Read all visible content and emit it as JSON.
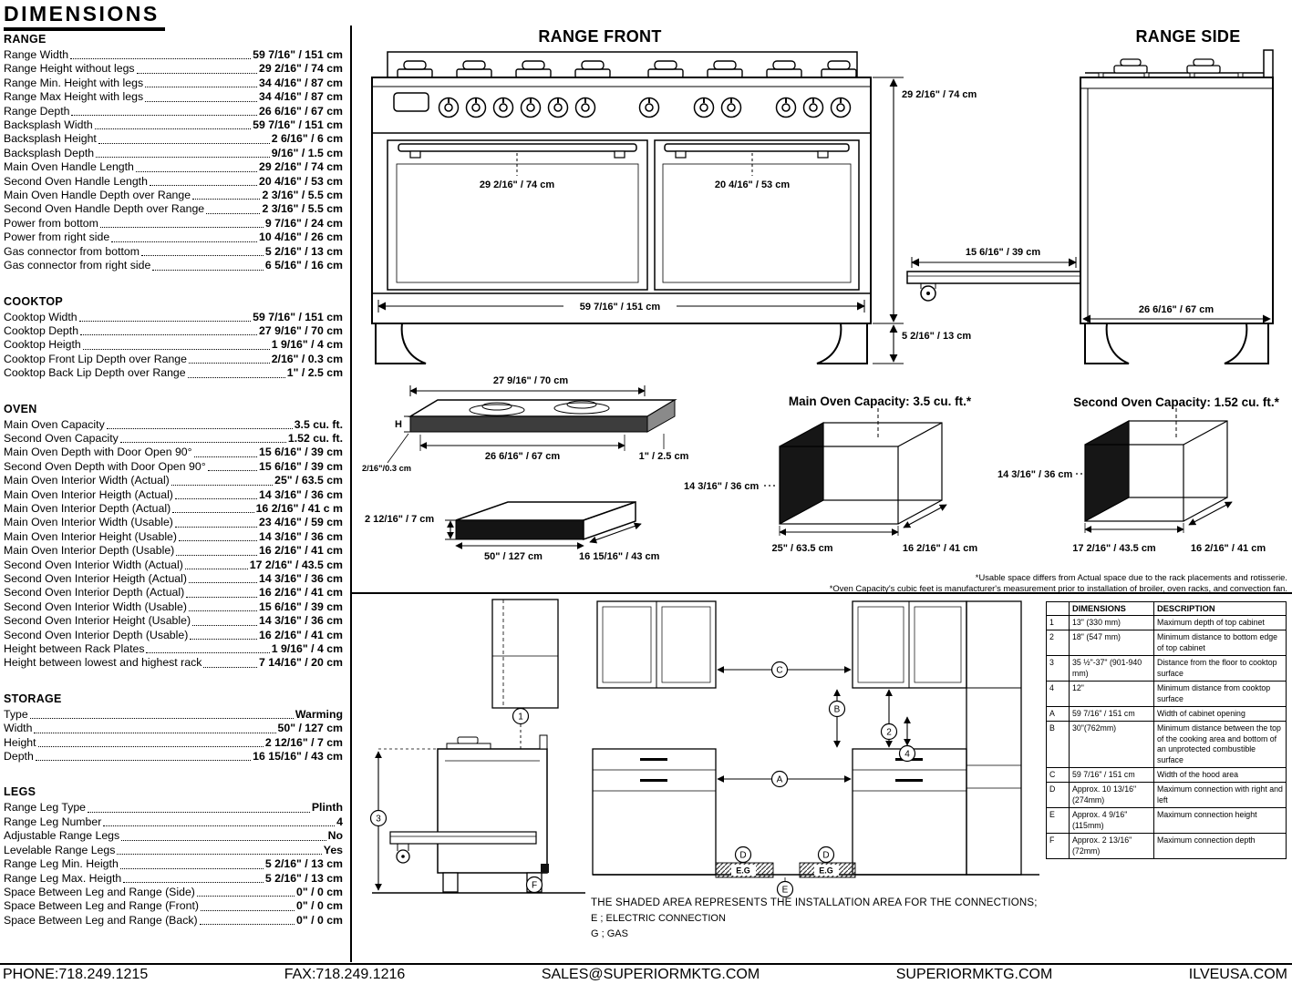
{
  "page": {
    "title": "DIMENSIONS",
    "footnote1": "*Usable space differs from Actual space due to the rack placements and rotisserie.",
    "footnote2": "*Oven Capacity's cubic feet is manufacturer's measurement prior to installation of broiler, oven racks, and convection fan."
  },
  "specs": {
    "sections": [
      {
        "heading": "RANGE",
        "rows": [
          {
            "label": "Range Width",
            "value": "59 7/16\" / 151 cm"
          },
          {
            "label": "Range Height without legs",
            "value": "29 2/16\" / 74 cm"
          },
          {
            "label": "Range Min. Height with legs",
            "value": "34 4/16\" / 87 cm"
          },
          {
            "label": "Range Max Height with legs",
            "value": "34 4/16\" / 87 cm"
          },
          {
            "label": "Range Depth",
            "value": "26 6/16\" / 67 cm"
          },
          {
            "label": "Backsplash Width",
            "value": "59 7/16\" / 151 cm"
          },
          {
            "label": "Backsplash Height",
            "value": "2 6/16\" / 6 cm"
          },
          {
            "label": "Backsplash Depth",
            "value": "9/16\" / 1.5 cm"
          },
          {
            "label": "Main Oven Handle Length",
            "value": "29 2/16\" / 74 cm"
          },
          {
            "label": "Second Oven Handle Length",
            "value": "20 4/16\" / 53 cm"
          },
          {
            "label": "Main Oven Handle Depth over Range",
            "value": "2 3/16\" / 5.5 cm"
          },
          {
            "label": "Second Oven Handle Depth over Range",
            "value": "2 3/16\" / 5.5 cm"
          },
          {
            "label": "Power from bottom",
            "value": "9 7/16\" / 24 cm"
          },
          {
            "label": "Power from right side",
            "value": "10 4/16\" / 26 cm"
          },
          {
            "label": "Gas connector from bottom",
            "value": "5 2/16\" / 13 cm"
          },
          {
            "label": "Gas connector from right side",
            "value": "6 5/16\" / 16 cm"
          }
        ]
      },
      {
        "heading": "COOKTOP",
        "rows": [
          {
            "label": "Cooktop Width",
            "value": "59 7/16\" / 151 cm"
          },
          {
            "label": "Cooktop Depth",
            "value": "27 9/16\" / 70 cm"
          },
          {
            "label": "Cooktop Heigth",
            "value": "1 9/16\" / 4 cm"
          },
          {
            "label": "Cooktop Front Lip Depth over Range",
            "value": "2/16\" / 0.3 cm"
          },
          {
            "label": "Cooktop Back Lip Depth over Range",
            "value": "1\" / 2.5 cm"
          }
        ]
      },
      {
        "heading": "OVEN",
        "rows": [
          {
            "label": "Main Oven Capacity",
            "value": "3.5 cu. ft."
          },
          {
            "label": "Second Oven Capacity",
            "value": "1.52 cu. ft."
          },
          {
            "label": "Main Oven Depth with Door Open 90°",
            "value": "15 6/16\" / 39 cm"
          },
          {
            "label": "Second Oven Depth with Door Open 90°",
            "value": "15 6/16\" / 39 cm"
          },
          {
            "label": "Main Oven Interior Width (Actual)",
            "value": "25\" / 63.5 cm"
          },
          {
            "label": "Main Oven Interior Heigth (Actual)",
            "value": "14 3/16\" / 36 cm"
          },
          {
            "label": "Main Oven Interior Depth (Actual)",
            "value": "16 2/16\" / 41 c m"
          },
          {
            "label": "Main Oven Interior Width (Usable)",
            "value": "23 4/16\" / 59 cm"
          },
          {
            "label": "Main Oven Interior Height (Usable)",
            "value": "14 3/16\" / 36 cm"
          },
          {
            "label": "Main Oven Interior Depth (Usable)",
            "value": "16 2/16\" / 41 cm"
          },
          {
            "label": "Second Oven Interior Width (Actual)",
            "value": "17 2/16\" / 43.5 cm"
          },
          {
            "label": "Second Oven Interior Heigth (Actual)",
            "value": "14 3/16\" / 36 cm"
          },
          {
            "label": "Second Oven Interior Depth (Actual)",
            "value": "16 2/16\" / 41 cm"
          },
          {
            "label": "Second Oven Interior Width (Usable)",
            "value": "15 6/16\" / 39 cm"
          },
          {
            "label": "Second Oven Interior Height (Usable)",
            "value": "14 3/16\" / 36 cm"
          },
          {
            "label": "Second Oven Interior Depth (Usable)",
            "value": "16 2/16\" / 41 cm"
          },
          {
            "label": "Height between Rack Plates",
            "value": "1 9/16\" / 4 cm"
          },
          {
            "label": "Height between lowest and highest rack",
            "value": "7 14/16\" / 20 cm"
          }
        ]
      },
      {
        "heading": "STORAGE",
        "rows": [
          {
            "label": "Type",
            "value": "Warming"
          },
          {
            "label": "Width",
            "value": "50\" / 127 cm"
          },
          {
            "label": "Height",
            "value": "2 12/16\" / 7 cm"
          },
          {
            "label": "Depth",
            "value": "16 15/16\" / 43 cm"
          }
        ]
      },
      {
        "heading": "LEGS",
        "rows": [
          {
            "label": "Range Leg Type",
            "value": "Plinth"
          },
          {
            "label": "Range Leg Number",
            "value": "4"
          },
          {
            "label": "Adjustable Range Legs",
            "value": "No"
          },
          {
            "label": "Levelable Range Legs",
            "value": "Yes"
          },
          {
            "label": "Range Leg Min. Heigth",
            "value": "5 2/16\" / 13 cm"
          },
          {
            "label": "Range Leg Max. Heigth",
            "value": "5 2/16\" / 13 cm"
          },
          {
            "label": "Space Between Leg and Range (Side)",
            "value": "0\" / 0 cm"
          },
          {
            "label": "Space Between Leg and Range (Front)",
            "value": "0\" / 0 cm"
          },
          {
            "label": "Space Between Leg and Range (Back)",
            "value": "0\" / 0 cm"
          }
        ]
      }
    ]
  },
  "drawings": {
    "range_front": {
      "title": "RANGE FRONT",
      "height_label": "29 2/16\" / 74 cm",
      "main_handle_label": "29 2/16\" / 74 cm",
      "second_handle_label": "20 4/16\" / 53 cm",
      "width_label": "59 7/16\" / 151 cm",
      "leg_height_label": "5 2/16\" / 13 cm",
      "door_open_label": "15 6/16\" / 39 cm"
    },
    "range_side": {
      "title": "RANGE SIDE",
      "depth_label": "26 6/16\" / 67 cm"
    },
    "cooktop": {
      "width_label": "27 9/16\" / 70 cm",
      "inner_width_label": "26 6/16\" / 67 cm",
      "back_lip_label": "1\" / 2.5 cm",
      "front_lip_label": "2/16\"/0.3 cm",
      "height_marker": "H"
    },
    "storage": {
      "height_label": "2 12/16\" / 7 cm",
      "width_label": "50\" / 127 cm",
      "depth_label": "16 15/16\" / 43 cm"
    },
    "main_oven": {
      "title": "Main Oven Capacity: 3.5 cu. ft.*",
      "height_label": "14 3/16\" / 36 cm",
      "width_label": "25\" / 63.5 cm",
      "depth_label": "16 2/16\" / 41 cm"
    },
    "second_oven": {
      "title": "Second Oven Capacity: 1.52 cu. ft.*",
      "height_label": "14 3/16\" / 36 cm",
      "width_label": "17 2/16\" / 43.5 cm",
      "depth_label": "16 2/16\" / 41 cm"
    }
  },
  "installation": {
    "callouts": {
      "c1": "1",
      "c2": "2",
      "c3": "3",
      "c4": "4",
      "cA": "A",
      "cB": "B",
      "cC": "C",
      "cD": "D",
      "cE": "E",
      "cF": "F"
    },
    "shaded_label": "E.G",
    "note": "THE SHADED AREA REPRESENTS THE INSTALLATION AREA FOR THE CONNECTIONS;",
    "electric_legend": "E ; ELECTRIC CONNECTION",
    "gas_legend": "G ; GAS",
    "table": {
      "headers": [
        "",
        "DIMENSIONS",
        "DESCRIPTION"
      ],
      "rows": [
        {
          "ref": "1",
          "dim": "13\" (330 mm)",
          "desc": "Maximum depth of top cabinet"
        },
        {
          "ref": "2",
          "dim": "18\" (547 mm)",
          "desc": "Minimum distance to bottom edge of top cabinet"
        },
        {
          "ref": "3",
          "dim": "35 ½\"-37\" (901-940 mm)",
          "desc": "Distance from the floor to cooktop surface"
        },
        {
          "ref": "4",
          "dim": "12\"",
          "desc": "Minimum distance from cooktop surface"
        },
        {
          "ref": "A",
          "dim": "59 7/16\" / 151 cm",
          "desc": "Width of cabinet opening"
        },
        {
          "ref": "B",
          "dim": "30\"(762mm)",
          "desc": "Minimum distance between the top of the cooking area and bottom of an unprotected combustible surface"
        },
        {
          "ref": "C",
          "dim": "59 7/16\" / 151 cm",
          "desc": "Width of the hood area"
        },
        {
          "ref": "D",
          "dim": "Approx. 10 13/16\" (274mm)",
          "desc": "Maximum connection with right and left"
        },
        {
          "ref": "E",
          "dim": "Approx. 4 9/16\" (115mm)",
          "desc": "Maximum connection height"
        },
        {
          "ref": "F",
          "dim": "Approx. 2 13/16\" (72mm)",
          "desc": "Maximum connection depth"
        }
      ]
    }
  },
  "footer": {
    "phone": "PHONE:718.249.1215",
    "fax": "FAX:718.249.1216",
    "email": "SALES@SUPERIORMKTG.COM",
    "website": "SUPERIORMKTG.COM",
    "brand_site": "ILVEUSA.COM"
  }
}
